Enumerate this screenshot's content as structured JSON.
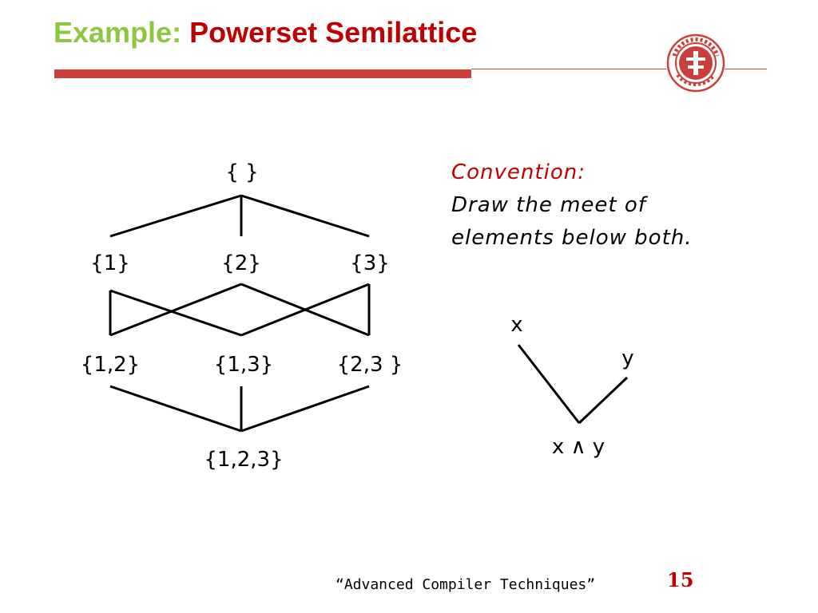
{
  "slide": {
    "title_prefix": "Example:",
    "title_main": "Powerset Semilattice",
    "logo_icon": "peking-university-seal-icon",
    "brand_color": "#c00000",
    "accent_color": "#8dc63f",
    "rule_color": "#c9403b"
  },
  "lattice": {
    "nodes": {
      "top": "{ }",
      "n1": "{1}",
      "n2": "{2}",
      "n3": "{3}",
      "n12": "{1,2}",
      "n13": "{1,3}",
      "n23": "{2,3 }",
      "n123": "{1,2,3}"
    }
  },
  "convention": {
    "title": "Convention:",
    "line1": "Draw the meet of",
    "line2": "elements below both."
  },
  "meet_diagram": {
    "x_label": "x",
    "y_label": "y",
    "meet_label": "x ∧ y"
  },
  "footer": {
    "text": "“Advanced Compiler Techniques”",
    "page_number": "15"
  }
}
